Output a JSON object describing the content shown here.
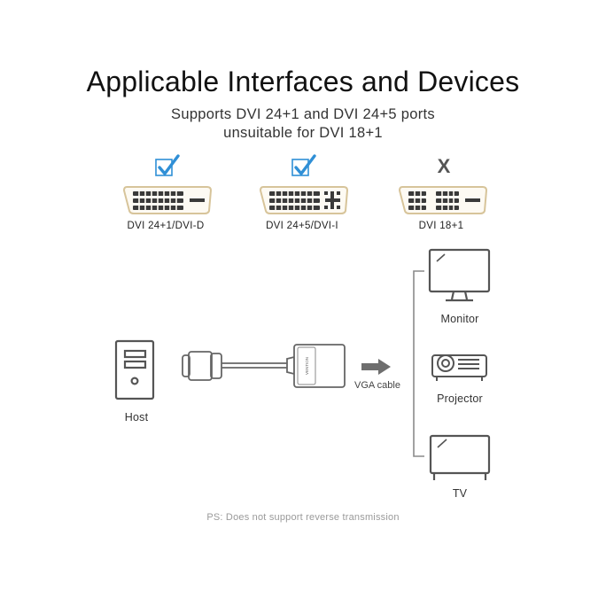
{
  "title": "Applicable Interfaces and Devices",
  "subtitle": {
    "line1": "Supports DVI 24+1 and DVI 24+5 ports",
    "line2": "unsuitable for DVI 18+1"
  },
  "ports": [
    {
      "label": "DVI 24+1/DVI-D",
      "status": "supported",
      "status_icon": "checkmark-icon"
    },
    {
      "label": "DVI 24+5/DVI-I",
      "status": "supported",
      "status_icon": "checkmark-icon"
    },
    {
      "label": "DVI 18+1",
      "status": "unsupported",
      "mark": "X",
      "status_icon": "cross-icon"
    }
  ],
  "source": {
    "label": "Host"
  },
  "adapter": {
    "brand_text": "VENTION"
  },
  "cable": {
    "label": "VGA cable"
  },
  "devices": [
    {
      "label": "Monitor"
    },
    {
      "label": "Projector"
    },
    {
      "label": "TV"
    }
  ],
  "note": "PS: Does not support reverse transmission",
  "colors": {
    "check_blue": "#2f8fd6",
    "connector_fill": "#fdfaf3",
    "connector_stroke": "#d7c49a",
    "pin_dark": "#3a3a3a",
    "line_gray": "#8a8a8a",
    "arrow_gray": "#6e6e6e"
  }
}
